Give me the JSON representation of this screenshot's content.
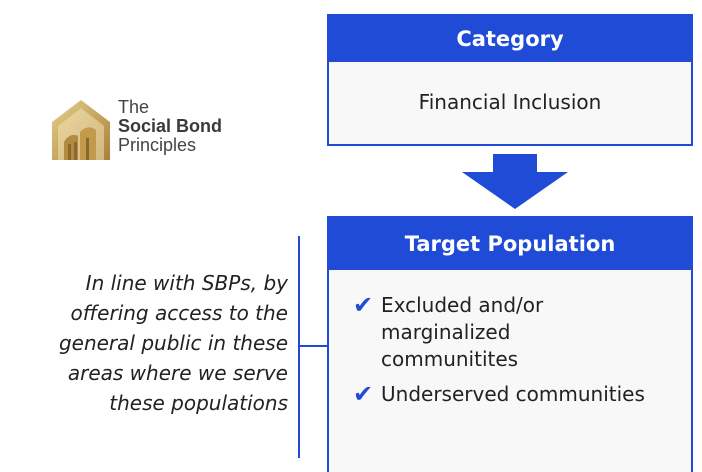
{
  "logo": {
    "line1": "The",
    "line2": "Social Bond",
    "line3": "Principles",
    "icon": "social-bond-principles-logo"
  },
  "category": {
    "header": "Category",
    "value": "Financial Inclusion"
  },
  "target_population": {
    "header": "Target Population",
    "items": [
      "Excluded and/or marginalized communitites",
      "Underserved communities"
    ]
  },
  "note": "In line with SBPs, by offering access to the general public in these areas where we serve these populations",
  "colors": {
    "accent": "#1f4bd6",
    "logo_gold": "#c9a85a",
    "box_bg": "#f8f8f8"
  },
  "icons": {
    "check": "✔",
    "arrow": "down-arrow-icon"
  }
}
